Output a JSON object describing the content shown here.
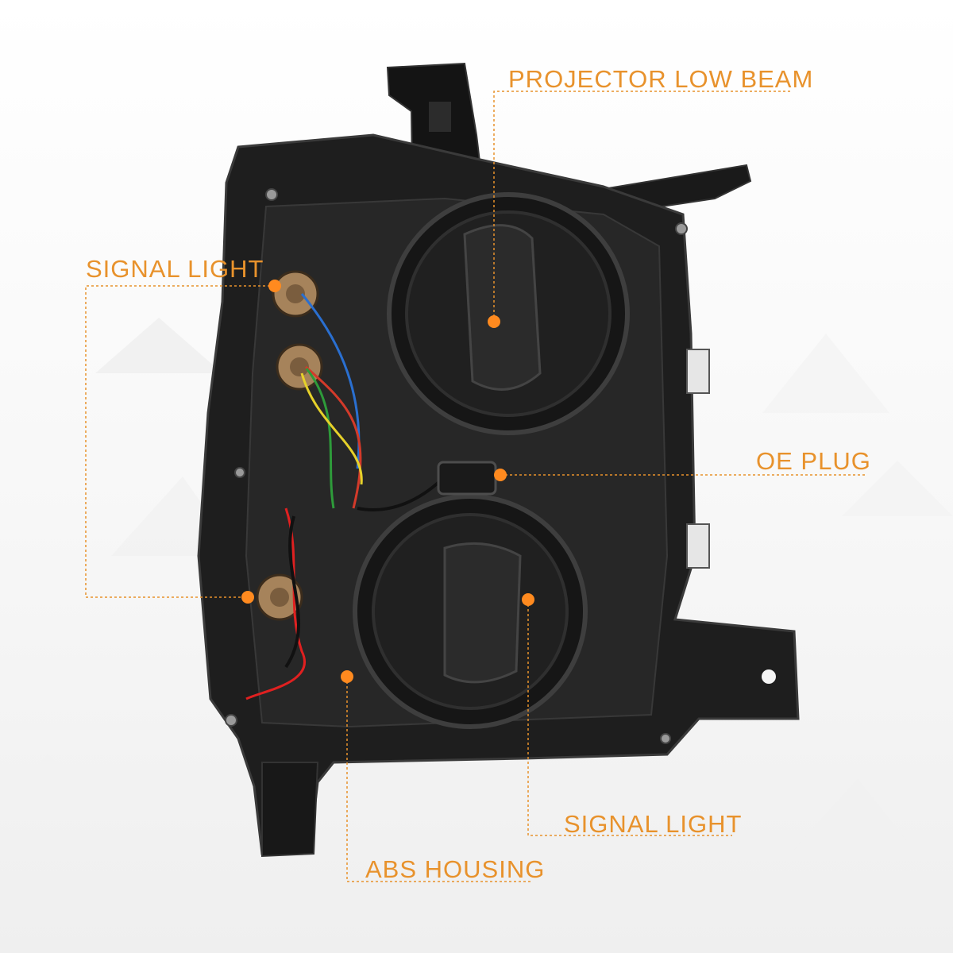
{
  "callouts": {
    "projector_low_beam": "PROJECTOR LOW BEAM",
    "signal_light_top": "SIGNAL LIGHT",
    "oe_plug": "OE PLUG",
    "signal_light_bottom": "SIGNAL LIGHT",
    "abs_housing": "ABS HOUSING"
  },
  "colors": {
    "accent": "#e8922c",
    "housing": "#1d1d1d",
    "background": "#ffffff"
  },
  "icons": {
    "marker": "orange-dot"
  }
}
